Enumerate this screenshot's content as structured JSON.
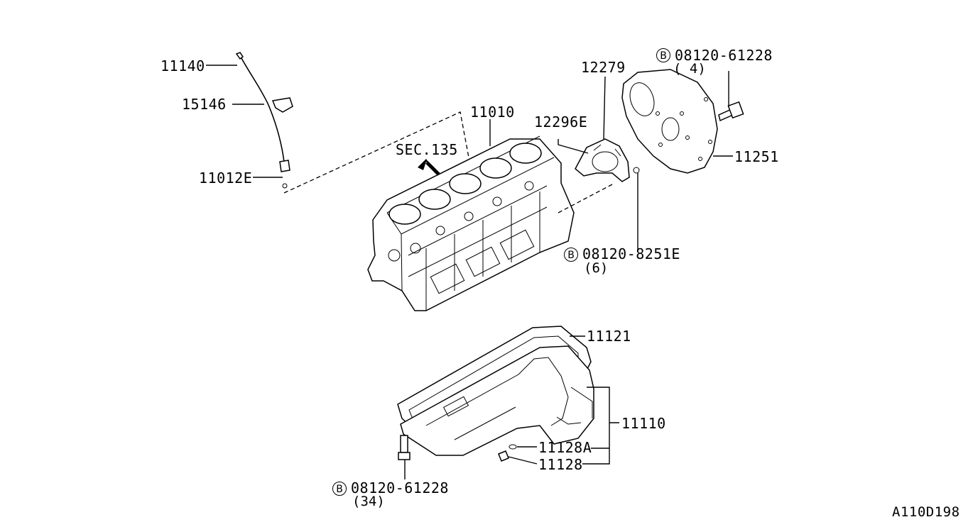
{
  "diagram_id": "A110D198",
  "section_ref": "SEC.135",
  "bolt_symbol": "B",
  "parts": {
    "p11140": "11140",
    "p15146": "15146",
    "p11012E": "11012E",
    "p11010": "11010",
    "p12279": "12279",
    "p12296E": "12296E",
    "p11251": "11251",
    "p11121": "11121",
    "p11110": "11110",
    "p11128A": "11128A",
    "p11128": "11128"
  },
  "bolts": {
    "top_right": {
      "code": "08120-61228",
      "qty": "( 4)"
    },
    "middle": {
      "code": "08120-8251E",
      "qty": "(6)"
    },
    "bottom": {
      "code": "08120-61228",
      "qty": "(34)"
    }
  }
}
